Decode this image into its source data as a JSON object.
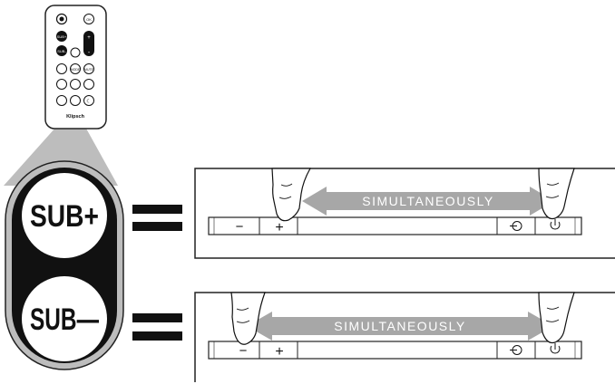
{
  "remote": {
    "brand": "Klipsch",
    "row1": [
      "",
      "OK"
    ],
    "row2": [
      "SUB+",
      "+"
    ],
    "row3": [
      "SUB-",
      "-"
    ],
    "row4": [
      "",
      "MODE",
      "MUTE"
    ],
    "row5": [
      "",
      "",
      ""
    ],
    "row6": [
      "",
      "",
      ""
    ]
  },
  "sub_plus_label": "SUB+",
  "sub_minus_label": "SUB—",
  "equals_symbol": "=",
  "panel_top": {
    "arrow_text": "SIMULTANEOUSLY",
    "minus_symbol": "−",
    "plus_symbol": "+",
    "input_icon": "input-icon",
    "power_icon": "power-icon"
  },
  "panel_bottom": {
    "arrow_text": "SIMULTANEOUSLY",
    "minus_symbol": "−",
    "plus_symbol": "+",
    "input_icon": "input-icon",
    "power_icon": "power-icon"
  },
  "colors": {
    "ink": "#111111",
    "zoom_gray": "#bdbdbd",
    "arrow_gray": "#a7a7a7",
    "outline": "#222222"
  }
}
